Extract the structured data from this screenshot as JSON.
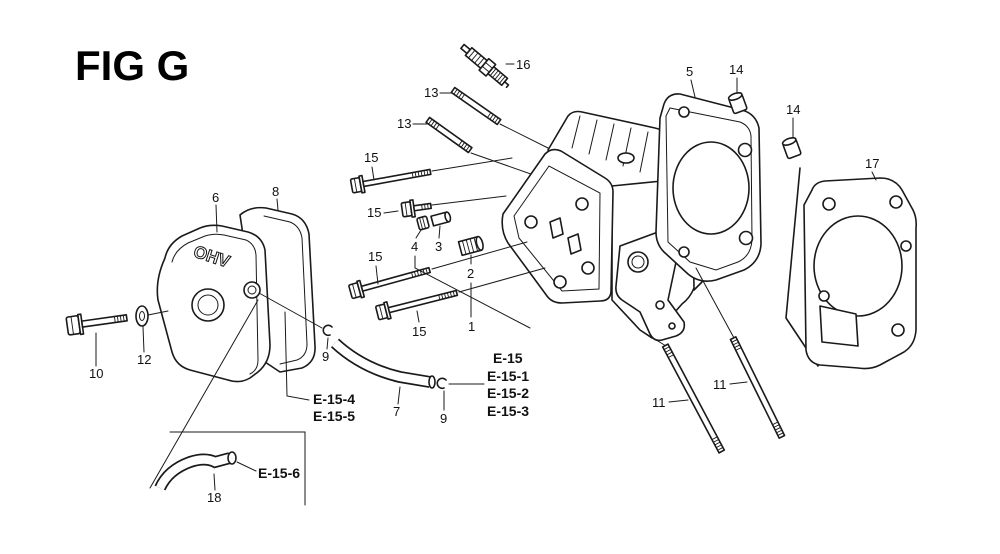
{
  "figure": {
    "title": "FIG G"
  },
  "cover_logo": "OHV",
  "callouts": {
    "spark_plug": "16",
    "stud_upper": "13",
    "stud_lower": "13",
    "head_gasket": "5",
    "dowel_upper": "14",
    "dowel_lower": "14",
    "gasket_right": "17",
    "bolt_a": "15",
    "bolt_b": "15",
    "bolt_c": "15",
    "bolt_d": "15",
    "part_4": "4",
    "part_3": "3",
    "part_2": "2",
    "cylinder_head": "1",
    "head_cover": "6",
    "cover_gasket": "8",
    "cover_bolt": "10",
    "washer": "12",
    "clip_left": "9",
    "tube": "7",
    "clip_right": "9",
    "stud_11_left": "11",
    "stud_11_right": "11",
    "tube_lower": "18"
  },
  "references": {
    "head_group": [
      "E-15",
      "E-15-1",
      "E-15-2",
      "E-15-3"
    ],
    "cover_group": [
      "E-15-4",
      "E-15-5"
    ],
    "tube_group": [
      "E-15-6"
    ]
  }
}
